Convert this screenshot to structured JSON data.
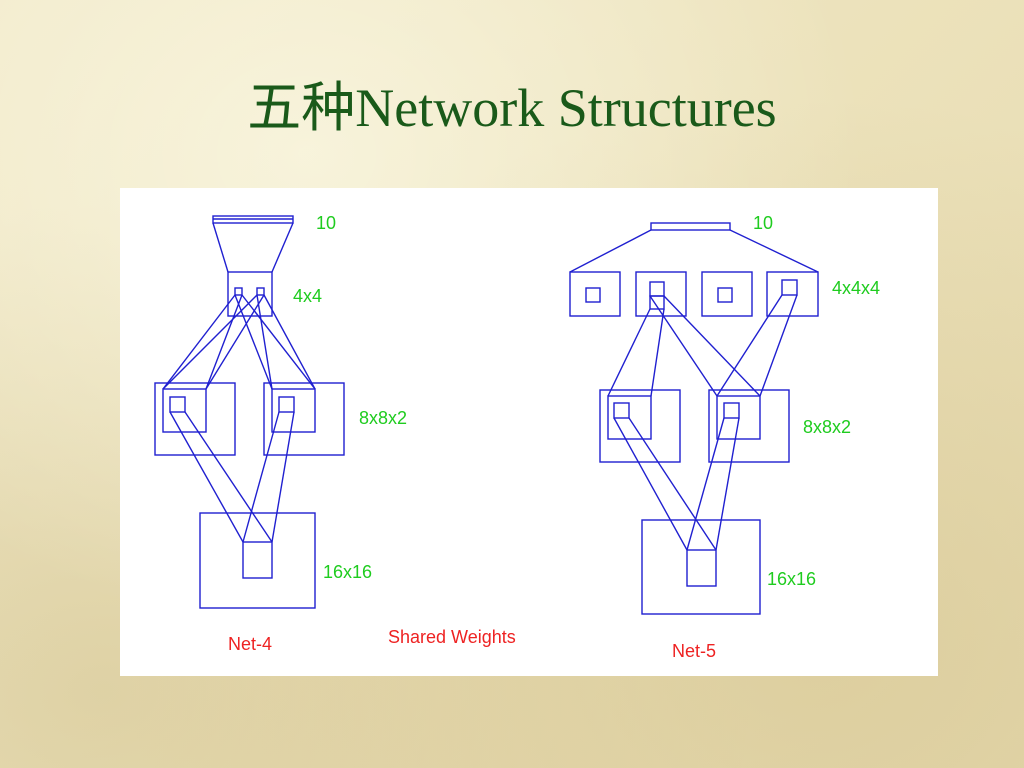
{
  "title": "五种Network Structures",
  "colors": {
    "title": "#1a5a1a",
    "lines": "#2020d0",
    "size_labels": "#1fcc1f",
    "net_labels": "#ee2222",
    "panel": "#ffffff"
  },
  "net4": {
    "name": "Net-4",
    "layers": {
      "output": "10",
      "hidden2": "4x4",
      "hidden1": "8x8x2",
      "input": "16x16"
    }
  },
  "net5": {
    "name": "Net-5",
    "layers": {
      "output": "10",
      "hidden2": "4x4x4",
      "hidden1": "8x8x2",
      "input": "16x16"
    }
  },
  "annotation": "Shared Weights"
}
